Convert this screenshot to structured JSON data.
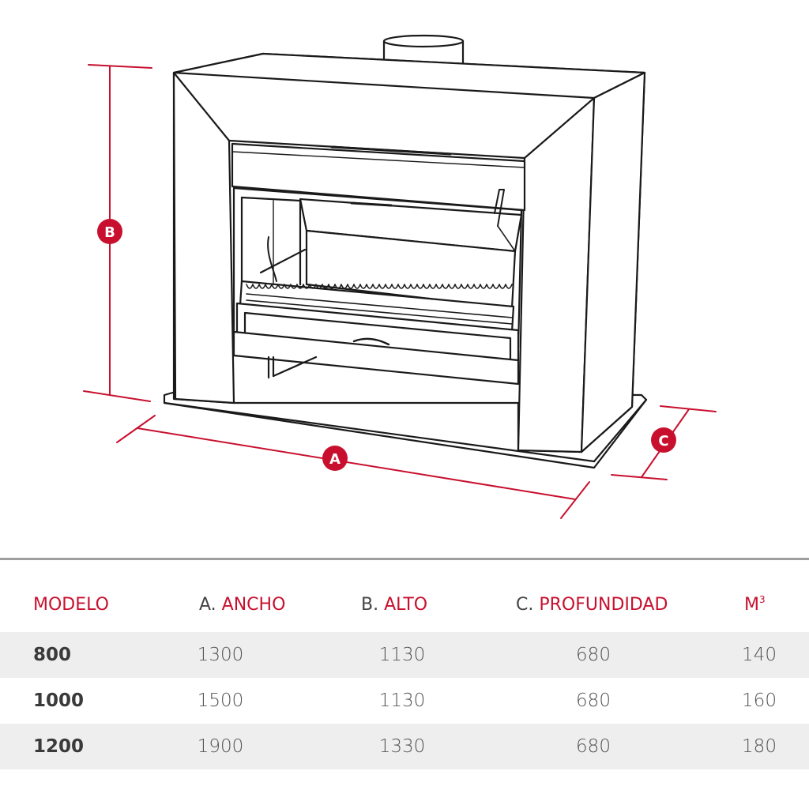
{
  "diagram": {
    "markers": {
      "a": "A",
      "b": "B",
      "c": "C"
    },
    "colors": {
      "accent": "#c8102e",
      "line": "#1a1a1a"
    }
  },
  "table": {
    "headers": {
      "modelo": "MODELO",
      "a_prefix": "A.",
      "a_label": "ANCHO",
      "b_prefix": "B.",
      "b_label": "ALTO",
      "c_prefix": "C.",
      "c_label": "PROFUNDIDAD",
      "m_label": "M",
      "m_sup": "3"
    },
    "rows": [
      {
        "modelo": "800",
        "ancho": "1300",
        "alto": "1130",
        "profundidad": "680",
        "m3": "140"
      },
      {
        "modelo": "1000",
        "ancho": "1500",
        "alto": "1130",
        "profundidad": "680",
        "m3": "160"
      },
      {
        "modelo": "1200",
        "ancho": "1900",
        "alto": "1330",
        "profundidad": "680",
        "m3": "180"
      }
    ]
  }
}
